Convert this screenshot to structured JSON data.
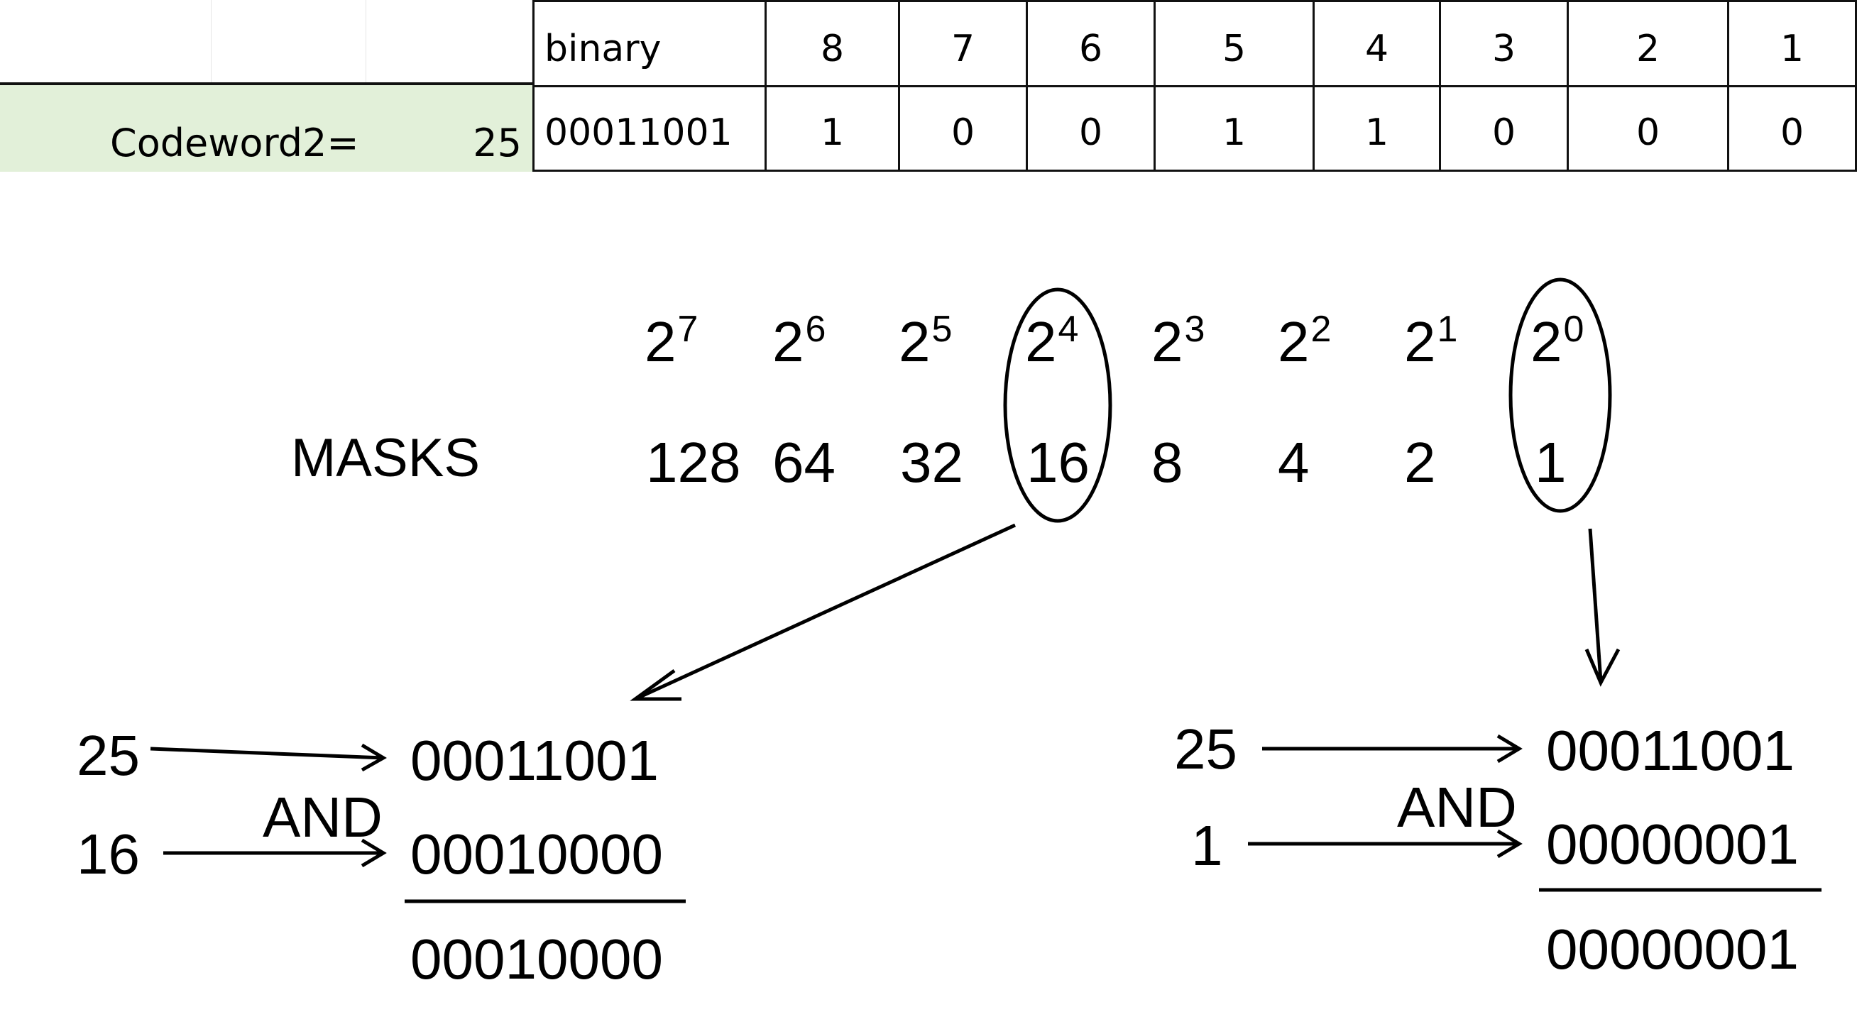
{
  "sheet": {
    "header_label": "binary",
    "positions": [
      "8",
      "7",
      "6",
      "5",
      "4",
      "3",
      "2",
      "1"
    ],
    "codeword_label": "Codeword2=",
    "codeword_value": "25",
    "binary_value": "00011001",
    "bits": [
      "1",
      "0",
      "0",
      "1",
      "1",
      "0",
      "0",
      "0"
    ],
    "highlight_color": "#e2f0d9"
  },
  "masks": {
    "label": "MASKS",
    "powers": [
      {
        "base": "2",
        "exp": "7"
      },
      {
        "base": "2",
        "exp": "6"
      },
      {
        "base": "2",
        "exp": "5"
      },
      {
        "base": "2",
        "exp": "4"
      },
      {
        "base": "2",
        "exp": "3"
      },
      {
        "base": "2",
        "exp": "2"
      },
      {
        "base": "2",
        "exp": "1"
      },
      {
        "base": "2",
        "exp": "0"
      }
    ],
    "values": [
      "128",
      "64",
      "32",
      "16",
      "8",
      "4",
      "2",
      "1"
    ],
    "circled": [
      "2^4 / 16",
      "2^0 / 1"
    ]
  },
  "left_op": {
    "input_a": "25",
    "input_b": "16",
    "operator": "AND",
    "binary_a": "00011001",
    "binary_b": "00010000",
    "result": "00010000"
  },
  "right_op": {
    "input_a": "25",
    "input_b": "1",
    "operator": "AND",
    "binary_a": "00011001",
    "binary_b": "00000001",
    "result": "00000001"
  }
}
